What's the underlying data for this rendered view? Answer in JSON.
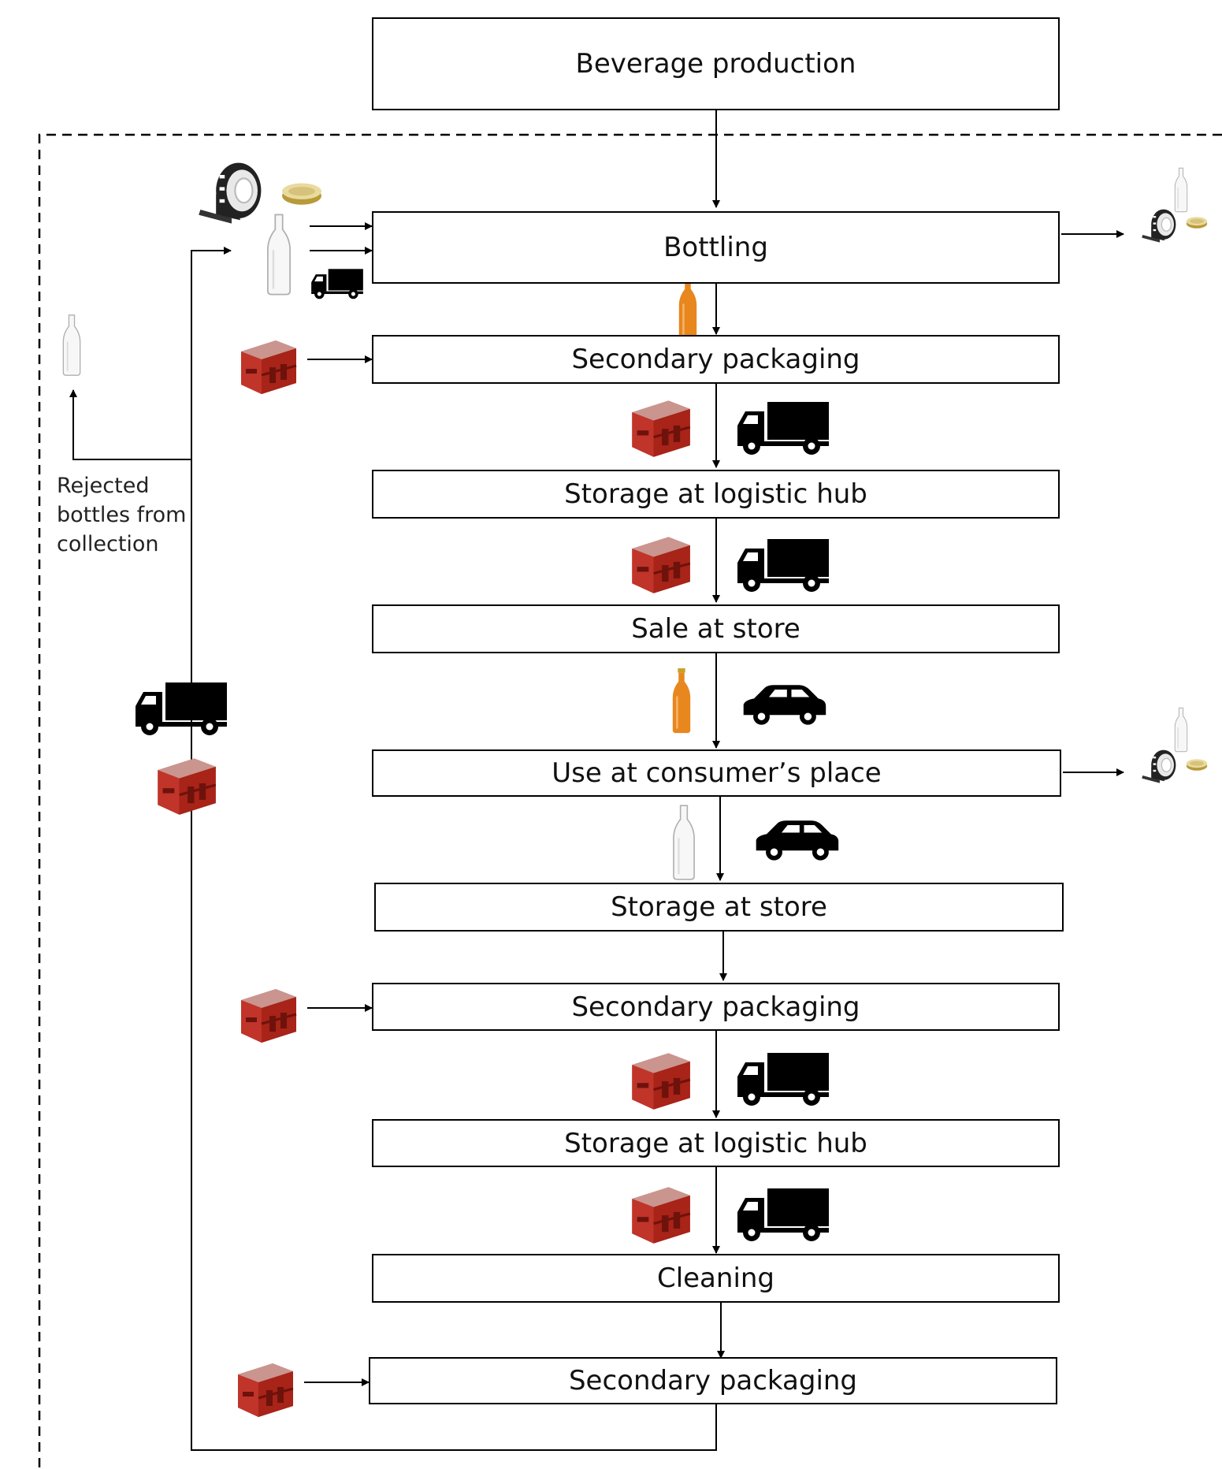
{
  "steps": {
    "beverage_production": "Beverage production",
    "bottling": "Bottling",
    "secondary_packaging_1": "Secondary packaging",
    "storage_logistic_hub_1": "Storage at logistic hub",
    "sale_at_store": "Sale at store",
    "use_at_consumer": "Use at consumer’s place",
    "storage_at_store": "Storage at store",
    "secondary_packaging_2": "Secondary packaging",
    "storage_logistic_hub_2": "Storage at logistic hub",
    "cleaning": "Cleaning",
    "secondary_packaging_3": "Secondary packaging"
  },
  "side_label": {
    "line1": "Rejected",
    "line2": "bottles from",
    "line3": "collection"
  },
  "colors": {
    "crate": "#b3261e",
    "juice": "#e8871e",
    "hazard": "#c9a227",
    "line": "#000000"
  },
  "icons": [
    "label-roll-icon",
    "bottle-cap-icon",
    "glass-bottle-icon",
    "truck-icon",
    "car-icon",
    "crate-icon",
    "juice-bottle-icon",
    "electricity-hazard-icon",
    "water-drop-icon",
    "chemicals-icon"
  ]
}
